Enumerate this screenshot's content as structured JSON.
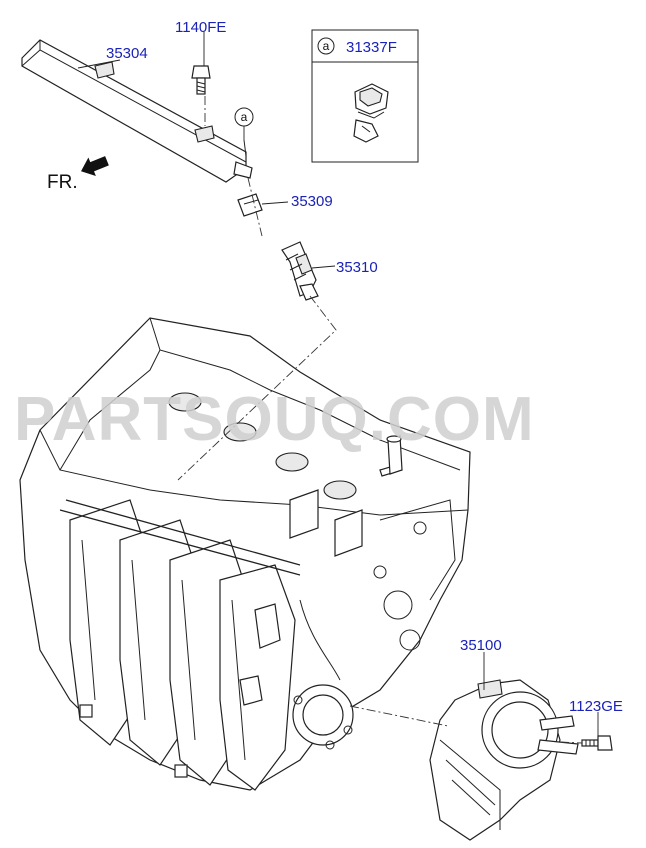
{
  "parts": {
    "fuel_rail": "35304",
    "bolt_top": "1140FE",
    "clip": "35309",
    "injector": "35310",
    "inset_part": "31337F",
    "throttle_body": "35100",
    "bolt_throttle": "1123GE"
  },
  "callout": {
    "letter": "a"
  },
  "direction": {
    "label": "FR."
  },
  "watermark": {
    "text": "PARTSOUQ.COM"
  },
  "colors": {
    "label": "#1a22b8",
    "lines": "#222222",
    "watermark": "#d0d0d0"
  }
}
